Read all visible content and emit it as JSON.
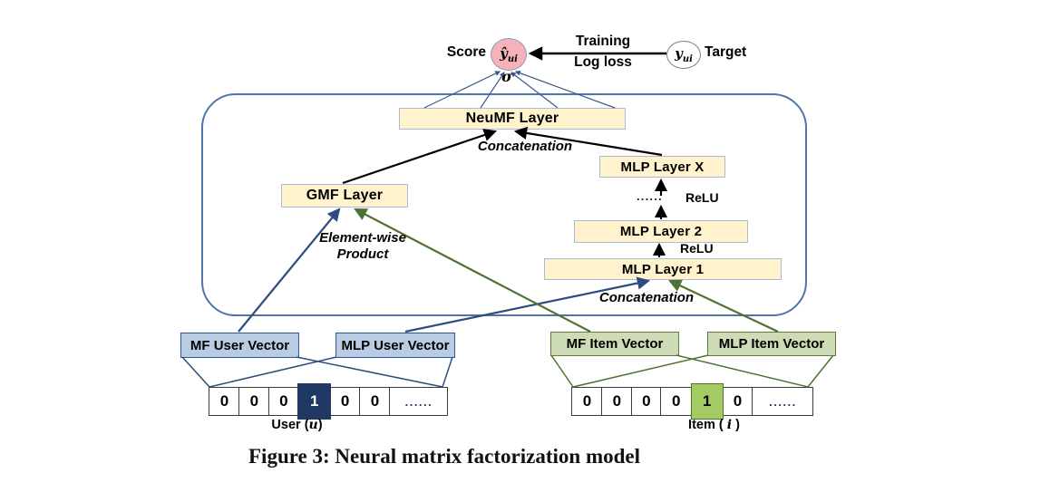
{
  "top": {
    "score_label": "Score",
    "y_hat": "ŷ",
    "y_hat_sub": "ui",
    "sigma": "σ",
    "training_label": "Training",
    "log_loss_label": "Log loss",
    "y_symbol": "y",
    "y_sub": "ui",
    "target_label": "Target"
  },
  "network": {
    "neumf_label": "NeuMF Layer",
    "concat_top_label": "Concatenation",
    "gmf_label": "GMF Layer",
    "elementwise_line1": "Element-wise",
    "elementwise_line2": "Product",
    "mlp_x_label": "MLP Layer X",
    "relu_dots": "......",
    "relu_x_label": "ReLU",
    "mlp_2_label": "MLP Layer 2",
    "relu_2_label": "ReLU",
    "mlp_1_label": "MLP Layer 1",
    "concat_bottom_label": "Concatenation"
  },
  "embeddings": {
    "mf_user_label": "MF User Vector",
    "mlp_user_label": "MLP User Vector",
    "mf_item_label": "MF Item Vector",
    "mlp_item_label": "MLP Item Vector"
  },
  "user_vector": {
    "cells": [
      "0",
      "0",
      "0",
      "1",
      "0",
      "0",
      "......"
    ],
    "hot_index": 3,
    "label_text": "User (",
    "label_var": "u",
    "label_close": ")"
  },
  "item_vector": {
    "cells": [
      "0",
      "0",
      "0",
      "0",
      "1",
      "0",
      "......"
    ],
    "hot_index": 4,
    "label_text": "Item (",
    "label_var": "i",
    "label_close": ")"
  },
  "caption": "Figure 3: Neural matrix factorization model",
  "colors": {
    "layer_fill": "#FFF2CC",
    "layer_border": "#A9BBD6",
    "frame_border": "#4F76A8",
    "user_fill": "#B8CCE4",
    "user_border": "#2F5496",
    "user_hot": "#1F3864",
    "item_fill": "#CDDCB4",
    "item_border": "#5F7B3C",
    "item_hot": "#A4CA63",
    "score_fill": "#F5B3B9",
    "blue_line": "#2E4D7E",
    "green_line": "#4E7231",
    "black_line": "#000000"
  }
}
